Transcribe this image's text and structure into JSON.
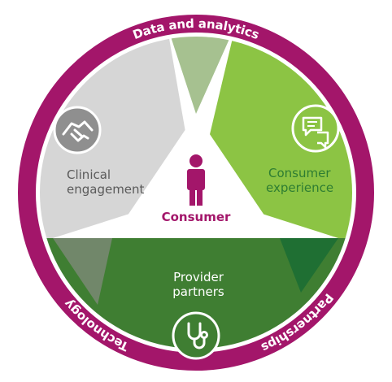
{
  "ring_labels": {
    "top": "Data and analytics",
    "left": "Technology",
    "right": "Partnerships"
  },
  "segments": {
    "clinical": {
      "line1": "Clinical",
      "line2": "engagement"
    },
    "consumer_experience": {
      "line1": "Consumer",
      "line2": "experience"
    },
    "provider": {
      "line1": "Provider",
      "line2": "partners"
    }
  },
  "center": {
    "label": "Consumer"
  },
  "icons": {
    "clinical": "handshake-icon",
    "consumer_experience": "chat-bubbles-icon",
    "provider": "stethoscope-icon",
    "center": "person-icon"
  },
  "colors": {
    "ring": "#a3166a",
    "clinical_gray": "#d6d6d6",
    "light_green": "#8cc444",
    "dark_green": "#3f7e32",
    "darkest_green": "#1f6f33",
    "sage": "#a6c190",
    "dark_sage": "#71876a",
    "center_white": "#ffffff",
    "icon_gray": "#8f8f8f"
  }
}
